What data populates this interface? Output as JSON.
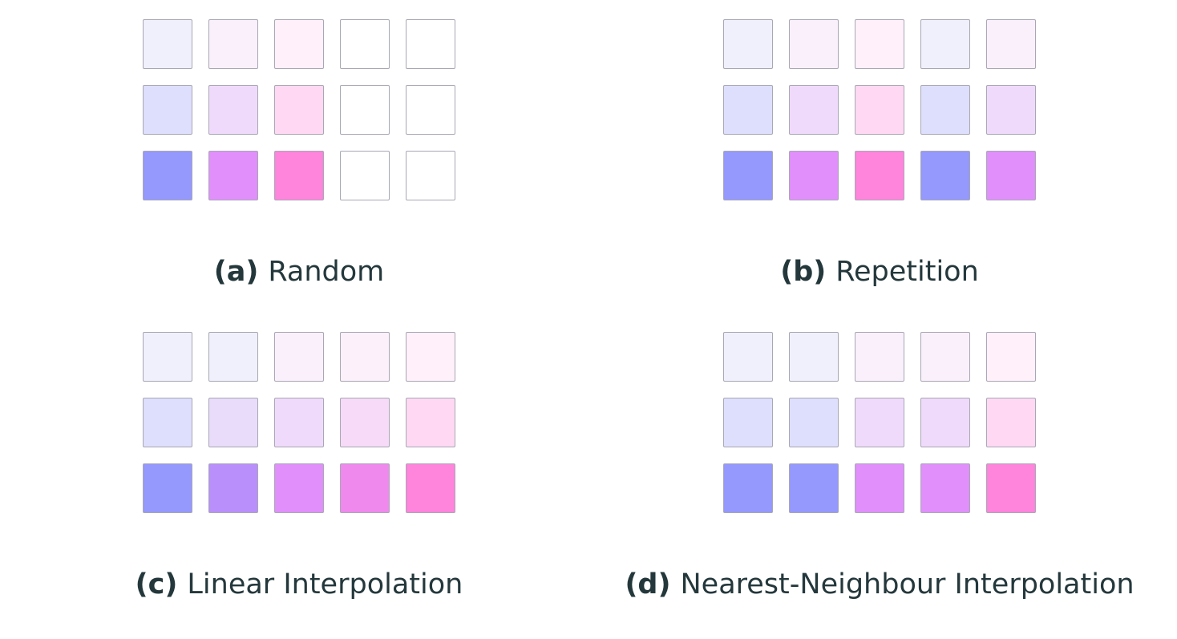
{
  "palette": {
    "light": {
      "b": "#f0f0fc",
      "p": "#faf0fc",
      "k": "#fff0fa",
      "w": "#ffffff",
      "lbp": "#f0f0fc",
      "lpk": "#fcf0fa"
    },
    "mid": {
      "b": "#dedffc",
      "p": "#f0dafc",
      "k": "#ffd9f3",
      "w": "#ffffff",
      "bp": "#e9dcfb",
      "pk": "#f7daf7"
    },
    "dark": {
      "b": "#9598fc",
      "p": "#e08ffb",
      "k": "#ff84dc",
      "w": "#ffffff",
      "bp": "#b98ffb",
      "pk": "#ef89ed"
    }
  },
  "panels": [
    {
      "id": "a",
      "tag": "(a)",
      "label": "Random",
      "rows": [
        [
          "light.b",
          "light.p",
          "light.k",
          "light.w",
          "light.w"
        ],
        [
          "mid.b",
          "mid.p",
          "mid.k",
          "mid.w",
          "mid.w"
        ],
        [
          "dark.b",
          "dark.p",
          "dark.k",
          "dark.w",
          "dark.w"
        ]
      ]
    },
    {
      "id": "b",
      "tag": "(b)",
      "label": "Repetition",
      "rows": [
        [
          "light.b",
          "light.p",
          "light.k",
          "light.b",
          "light.p"
        ],
        [
          "mid.b",
          "mid.p",
          "mid.k",
          "mid.b",
          "mid.p"
        ],
        [
          "dark.b",
          "dark.p",
          "dark.k",
          "dark.b",
          "dark.p"
        ]
      ]
    },
    {
      "id": "c",
      "tag": "(c)",
      "label": "Linear Interpolation",
      "rows": [
        [
          "light.b",
          "light.lbp",
          "light.p",
          "light.lpk",
          "light.k"
        ],
        [
          "mid.b",
          "mid.bp",
          "mid.p",
          "mid.pk",
          "mid.k"
        ],
        [
          "dark.b",
          "dark.bp",
          "dark.p",
          "dark.pk",
          "dark.k"
        ]
      ]
    },
    {
      "id": "d",
      "tag": "(d)",
      "label": "Nearest-Neighbour Interpolation",
      "rows": [
        [
          "light.b",
          "light.b",
          "light.p",
          "light.p",
          "light.k"
        ],
        [
          "mid.b",
          "mid.b",
          "mid.p",
          "mid.p",
          "mid.k"
        ],
        [
          "dark.b",
          "dark.b",
          "dark.p",
          "dark.p",
          "dark.k"
        ]
      ]
    }
  ]
}
